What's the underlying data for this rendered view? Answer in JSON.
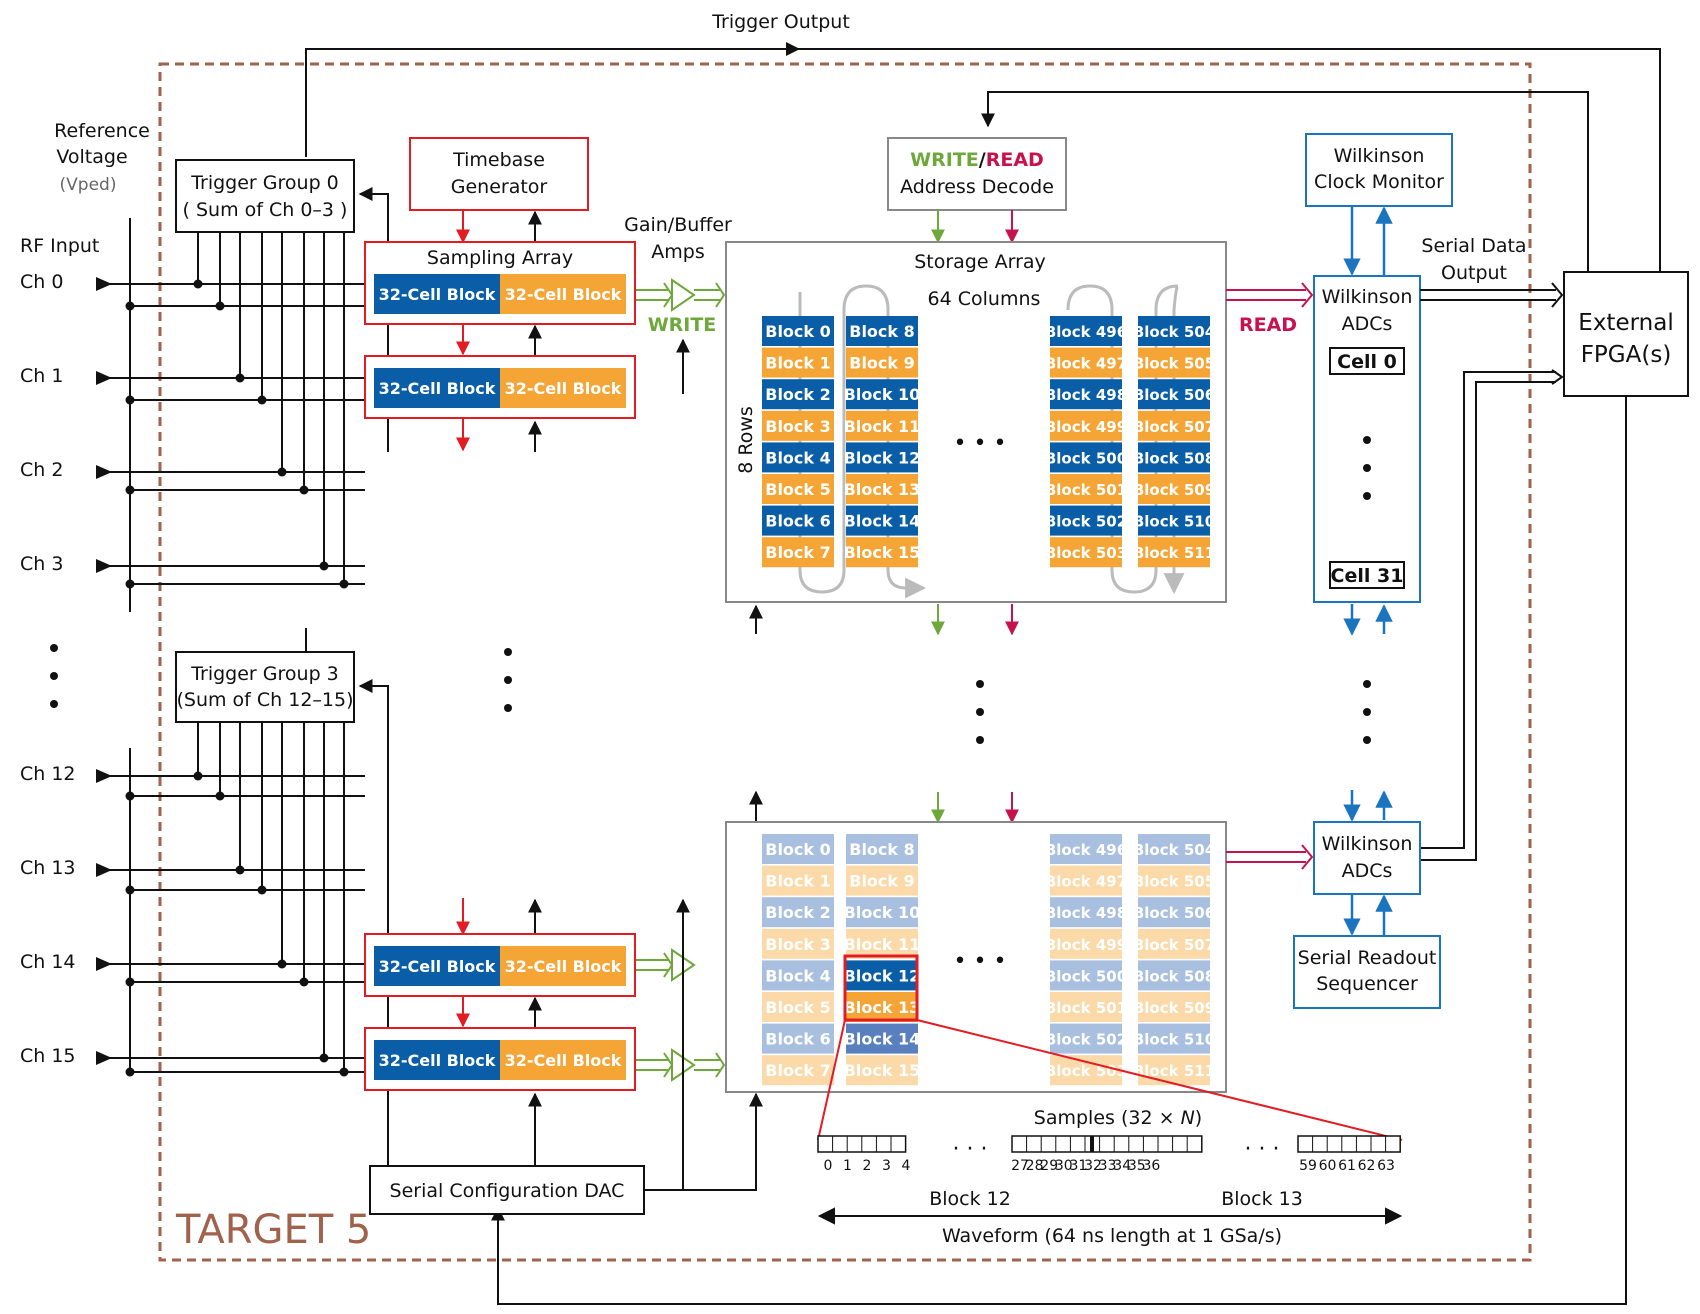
{
  "colors": {
    "dark_blue": "#0a5ea8",
    "orange": "#f5a536",
    "light_blue": "#a9bfe0",
    "light_orange": "#fbd9a8",
    "red": "#e31b23",
    "crimson": "#c8124d",
    "green": "#6fa83a",
    "wilk_blue": "#1a74c0",
    "brown": "#a0624a",
    "gray": "#7a7a7a",
    "black": "#111111"
  },
  "labels": {
    "trigger_output": "Trigger Output",
    "reference_voltage_1": "Reference",
    "reference_voltage_2": "Voltage",
    "vped": "(Vped)",
    "rf_input": "RF Input",
    "trigger_group_0_line1": "Trigger Group 0",
    "trigger_group_0_line2": "( Sum of Ch 0–3 )",
    "trigger_group_3_line1": "Trigger Group 3",
    "trigger_group_3_line2": "(Sum of Ch 12–15)",
    "timebase_line1": "Timebase",
    "timebase_line2": "Generator",
    "sampling_array": "Sampling Array",
    "cell_block": "32-Cell Block",
    "gain_buffer_line1": "Gain/Buffer",
    "gain_buffer_line2": "Amps",
    "write": "WRITE",
    "read": "READ",
    "addr_write": "WRITE",
    "addr_slash": "/",
    "addr_read": "READ",
    "addr_decode": "Address Decode",
    "storage_array": "Storage Array",
    "columns_64": "64 Columns",
    "rows_8": "8 Rows",
    "wilk_clock_line1": "Wilkinson",
    "wilk_clock_line2": "Clock Monitor",
    "wilk_adcs_line1": "Wilkinson",
    "wilk_adcs_line2": "ADCs",
    "cell_0": "Cell 0",
    "cell_31": "Cell 31",
    "serial_data_line1": "Serial Data",
    "serial_data_line2": "Output",
    "external_line1": "External",
    "external_line2": "FPGA(s)",
    "serial_readout_line1": "Serial Readout",
    "serial_readout_line2": "Sequencer",
    "serial_config_dac": "Serial Configuration DAC",
    "target5": "TARGET 5",
    "samples_prefix": "Samples (32 × ",
    "samples_n": "N",
    "samples_suffix": ")",
    "block12": "Block 12",
    "block13": "Block 13",
    "waveform": "Waveform (64 ns length at 1 GSa/s)",
    "ellipsis_h": "• • •",
    "small_ellipsis": "· · ·"
  },
  "channels": {
    "top": [
      "Ch 0",
      "Ch 1",
      "Ch 2",
      "Ch 3"
    ],
    "bottom": [
      "Ch 12",
      "Ch 13",
      "Ch 14",
      "Ch 15"
    ]
  },
  "storage_blocks": {
    "col1": [
      "Block 0",
      "Block 1",
      "Block 2",
      "Block 3",
      "Block 4",
      "Block 5",
      "Block 6",
      "Block 7"
    ],
    "col2": [
      "Block 8",
      "Block 9",
      "Block 10",
      "Block 11",
      "Block 12",
      "Block 13",
      "Block 14",
      "Block 15"
    ],
    "col3": [
      "Block 496",
      "Block 497",
      "Block 498",
      "Block 499",
      "Block 500",
      "Block 501",
      "Block 502",
      "Block 503"
    ],
    "col4": [
      "Block 504",
      "Block 505",
      "Block 506",
      "Block 507",
      "Block 508",
      "Block 509",
      "Block 510",
      "Block 511"
    ]
  },
  "sample_ticks": {
    "group1": [
      "0",
      "1",
      "2",
      "3",
      "4"
    ],
    "group2": [
      "27",
      "28",
      "29",
      "30",
      "31",
      "32",
      "33",
      "34",
      "35",
      "36"
    ],
    "group3": [
      "59",
      "60",
      "61",
      "62",
      "63"
    ]
  }
}
